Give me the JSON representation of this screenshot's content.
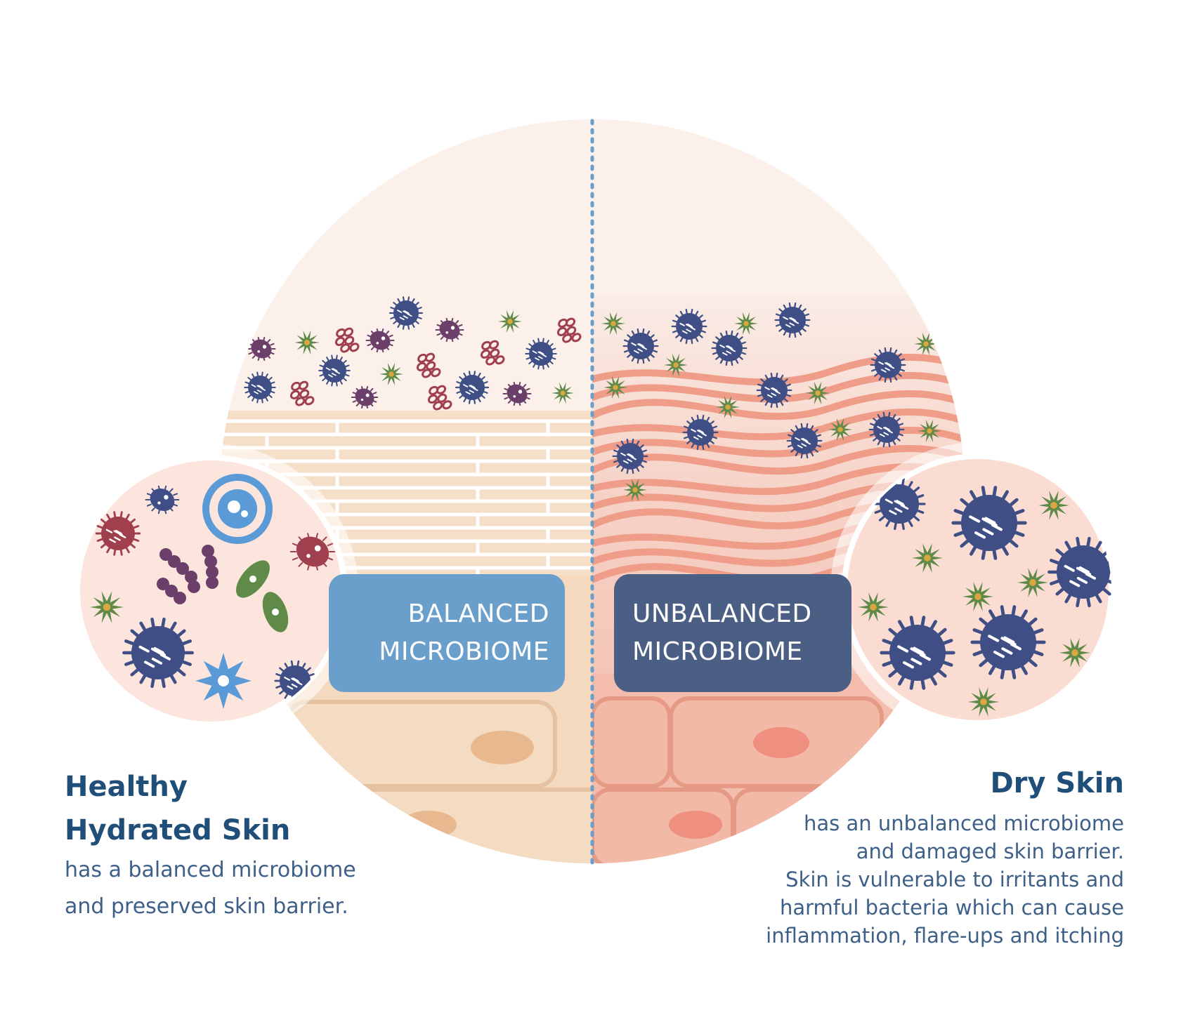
{
  "labels": {
    "balanced": {
      "line1": "BALANCED",
      "line2": "MICROBIOME"
    },
    "unbalanced": {
      "line1": "UNBALANCED",
      "line2": "MICROBIOME"
    }
  },
  "left_caption": {
    "title_line1": "Healthy",
    "title_line2": "Hydrated Skin",
    "body_line1": "has a balanced microbiome",
    "body_line2": "and preserved skin barrier."
  },
  "right_caption": {
    "title": "Dry Skin",
    "body_line1": "has an unbalanced microbiome",
    "body_line2": "and damaged skin barrier.",
    "body_line3": "Skin is vulnerable to irritants and",
    "body_line4": "harmful bacteria which can cause",
    "body_line5": "inflammation, flare-ups and itching"
  },
  "colors": {
    "healthy_skin": "#f3dcc2",
    "dry_skin": "#f2b7a6",
    "balanced_label": "#6a9fcc",
    "unbalanced_label": "#4b5f85",
    "text": "#1f4e79",
    "microbe_navy": "#3f4f86",
    "microbe_plum": "#6b3f6a",
    "microbe_green": "#5f8a48",
    "microbe_red": "#a0404e",
    "microbe_blue": "#5a9ad6"
  },
  "icons": {
    "left_side": [
      "spiky-microbe-icon",
      "rod-chain-microbe-icon",
      "star-microbe-icon",
      "cocci-cluster-microbe-icon",
      "oval-microbe-icon"
    ],
    "right_side": [
      "spiky-microbe-icon",
      "star-microbe-icon"
    ],
    "left_magnifier": [
      "spiky-microbe-icon",
      "round-microbe-icon",
      "ring-cell-icon",
      "chain-microbe-icon",
      "mite-icon",
      "spore-microbe-icon",
      "star-microbe-icon",
      "amoeba-microbe-icon"
    ],
    "right_magnifier": [
      "spiky-microbe-icon",
      "star-microbe-icon"
    ]
  }
}
